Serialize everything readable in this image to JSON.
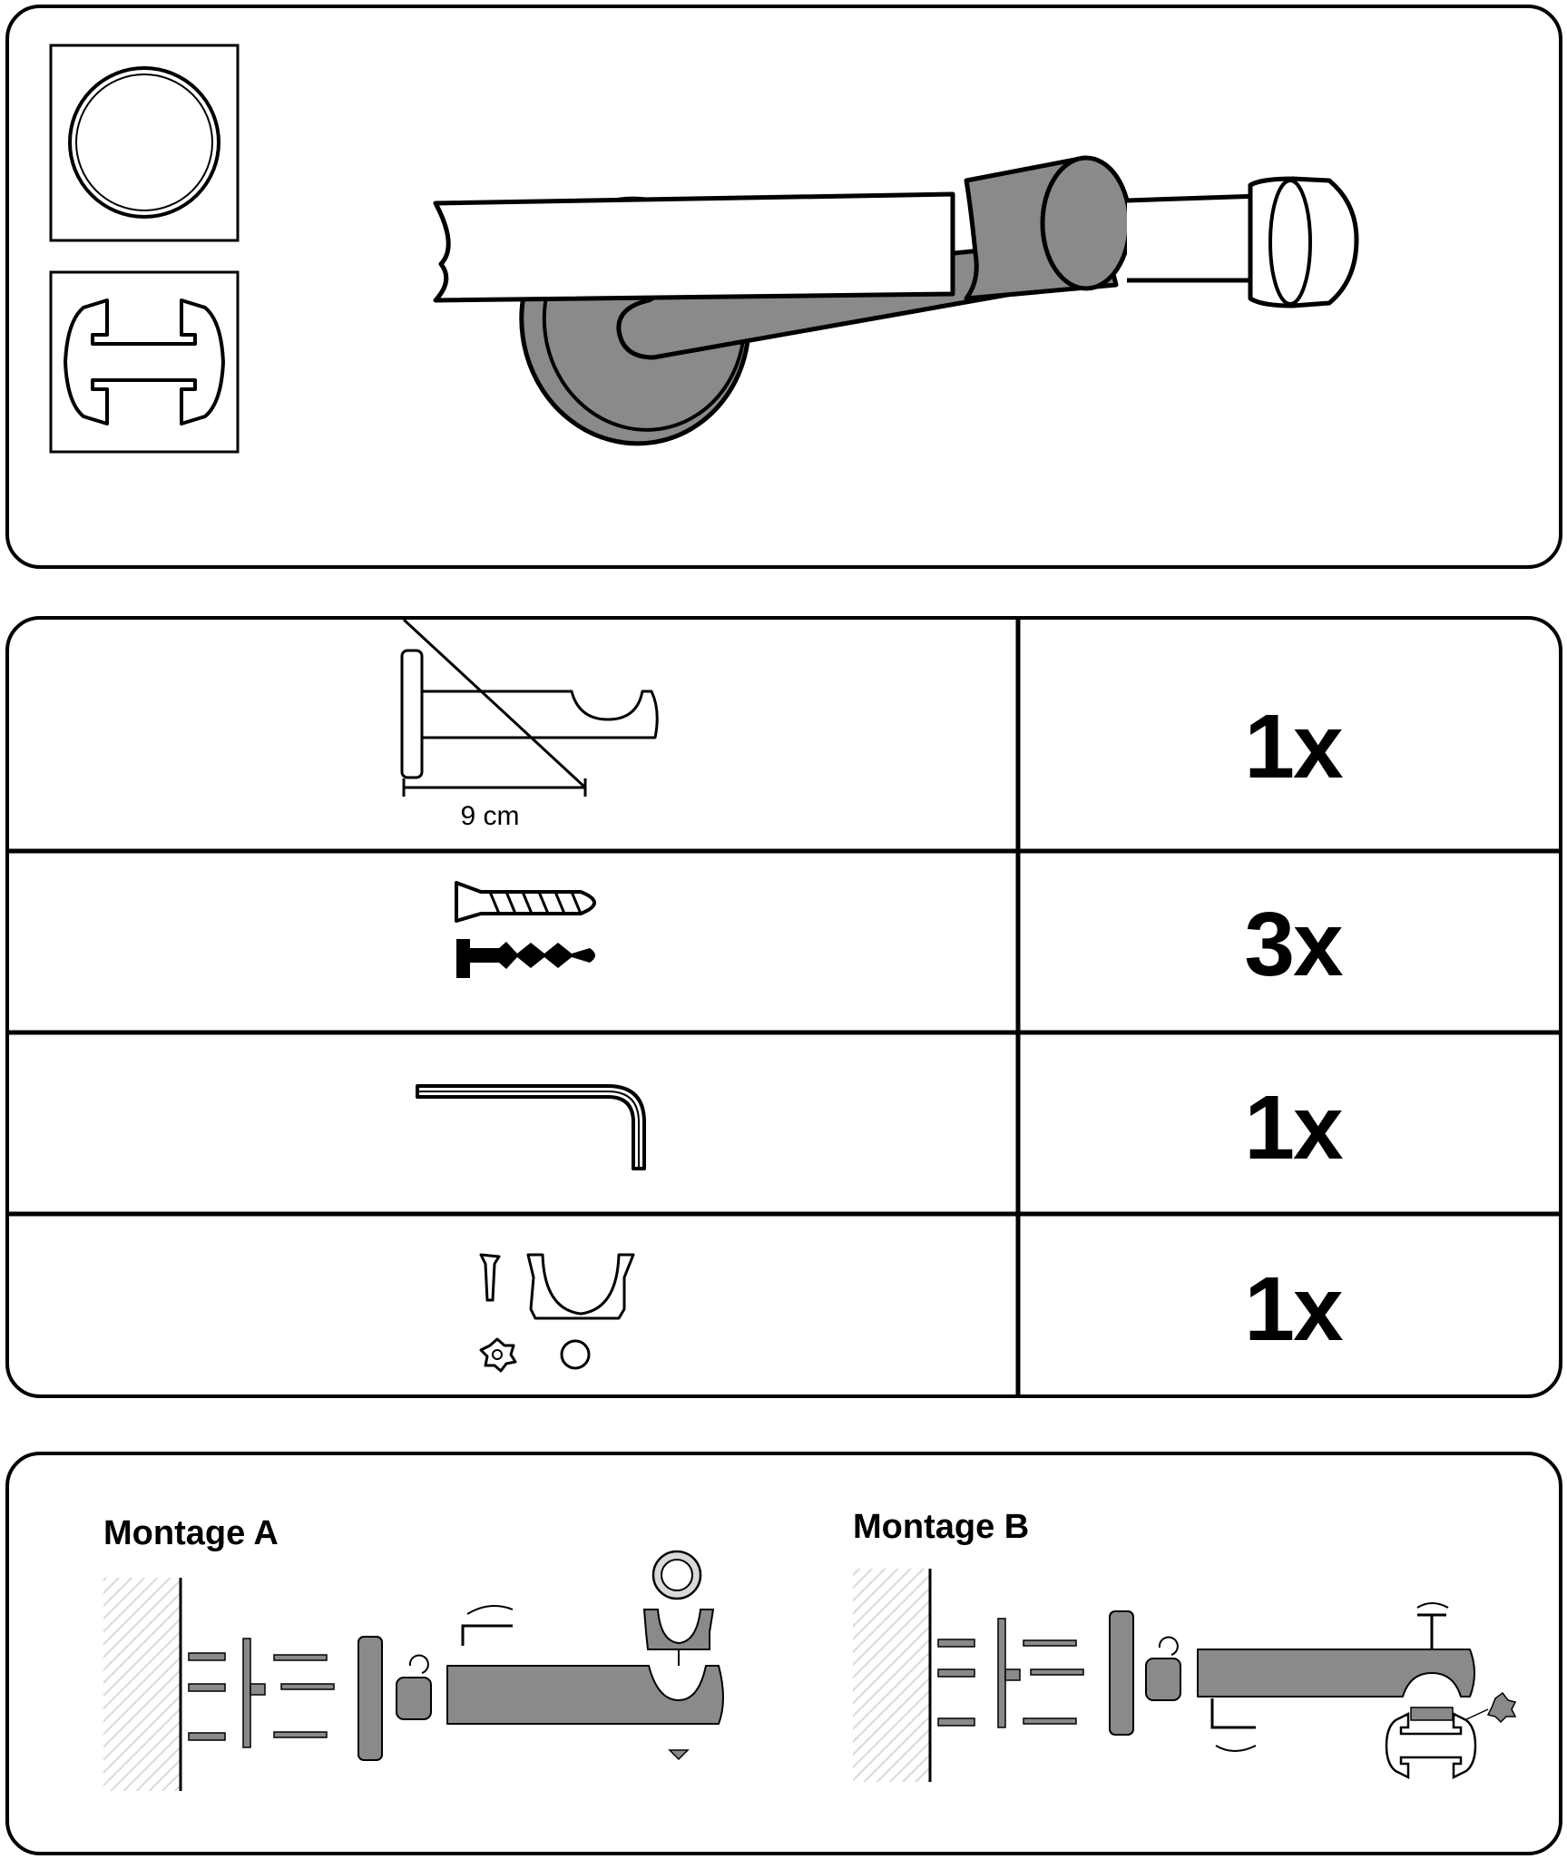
{
  "parts": [
    {
      "icon": "bracket-icon",
      "dimension_label": "9 cm",
      "quantity": "1x"
    },
    {
      "icon": "screw-and-dowel-icon",
      "quantity": "3x"
    },
    {
      "icon": "allen-key-icon",
      "quantity": "1x"
    },
    {
      "icon": "adapter-clip-set-icon",
      "quantity": "1x"
    }
  ],
  "mounting": {
    "a": {
      "title": "Montage A"
    },
    "b": {
      "title": "Montage B"
    }
  },
  "colors": {
    "part_gray": "#8a8a8a",
    "line": "#000000",
    "wall_hatch": "#d9d9d9"
  }
}
